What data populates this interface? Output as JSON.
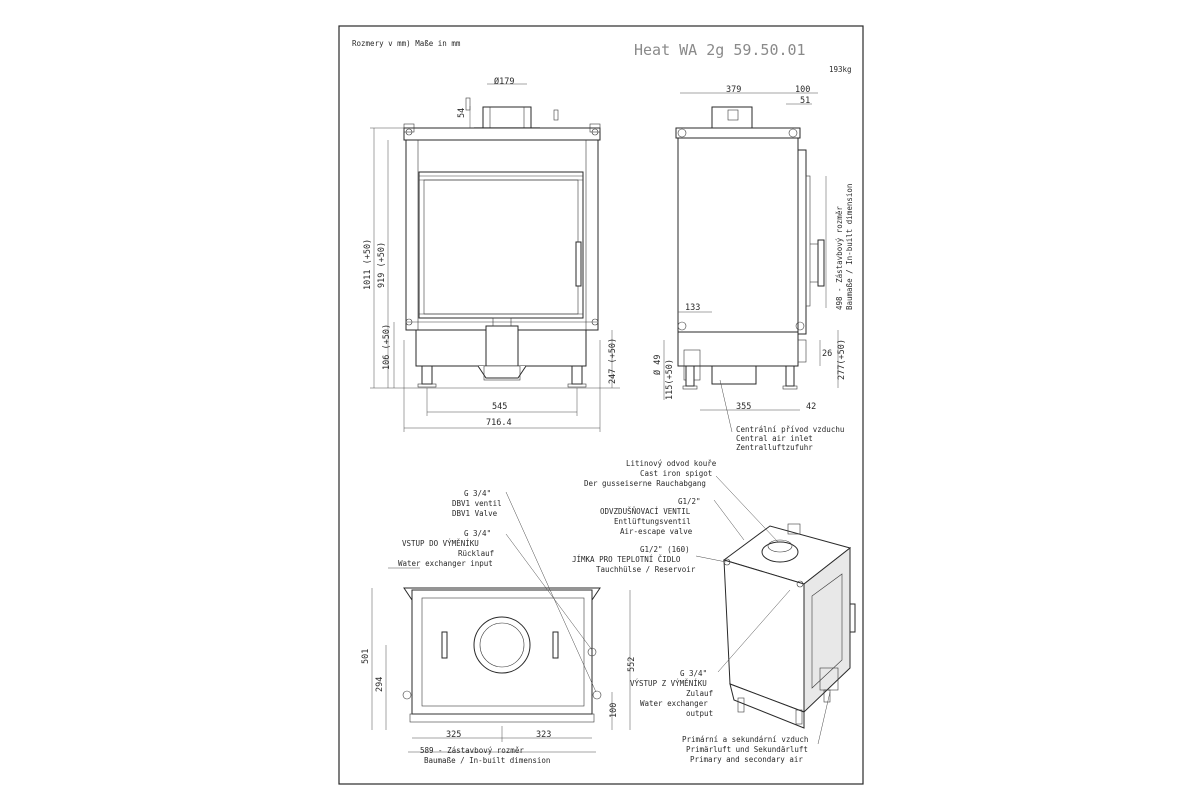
{
  "sheet": {
    "units_note": "Rozmery v mm) Maße in mm",
    "title": "Heat WA 2g 59.50.01",
    "weight": "193kg"
  },
  "front": {
    "d179": "Ø179",
    "d54": "54",
    "d1011": "1011 (+50)",
    "d919": "919 (+50)",
    "d106": "106 (+50)",
    "d247": "247 (+50)",
    "d545": "545",
    "d716": "716.4"
  },
  "side": {
    "d379": "379",
    "d100": "100",
    "d51": "51",
    "d133": "133",
    "d49": "Ø 49",
    "d115": "115(+50)",
    "d355": "355",
    "d42": "42",
    "d26": "26",
    "d277": "277(+50)",
    "d498": "498 - Zástavbový rozměr",
    "d498b": "Baumaße / In-built dimension",
    "air1": "Centrální přívod vzduchu",
    "air2": "Central air inlet",
    "air3": "Zentralluftzufuhr"
  },
  "top": {
    "g34a1": "G 3/4\"",
    "g34a2": "DBV1 ventil",
    "g34a3": "DBV1 Valve",
    "g34b1": "G 3/4\"",
    "g34b2": "VSTUP DO VÝMĚNÍKU",
    "g34b3": "Rücklauf",
    "g34b4": "Water exchanger input",
    "d501": "501",
    "d294": "294",
    "d552": "552",
    "d100": "100",
    "d325": "325",
    "d323": "323",
    "d589": "589 - Zástavbový rozměr",
    "d589b": "Baumaße / In-built dimension"
  },
  "iso": {
    "n1a": "Litinový odvod kouře",
    "n1b": "Cast iron spigot",
    "n1c": "Der gusseiserne Rauchabgang",
    "n2a": "G1/2\"",
    "n2b": "ODVZDUŠŇOVACÍ VENTIL",
    "n2c": "Entlüftungsventil",
    "n2d": "Air-escape valve",
    "n3a": "G1/2\" (160)",
    "n3b": "JÍMKA PRO TEPLOTNÍ ČIDLO",
    "n3c": "Tauchhülse / Reservoir",
    "n4a": "G 3/4\"",
    "n4b": "VÝSTUP Z VÝMĚNÍKU",
    "n4c": "Zulauf",
    "n4d": "Water exchanger",
    "n4e": "output",
    "n5a": "Primární a sekundární vzduch",
    "n5b": "Primärluft und Sekundärluft",
    "n5c": "Primary and secondary air"
  }
}
